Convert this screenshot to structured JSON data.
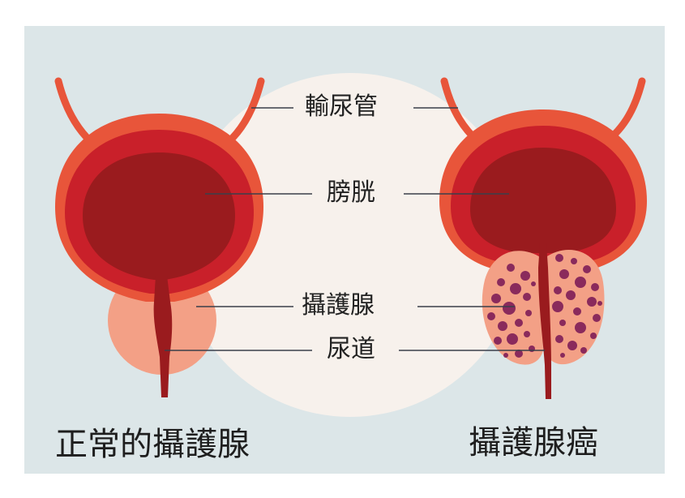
{
  "labels": {
    "ureter": "輸尿管",
    "bladder": "膀胱",
    "prostate": "攝護腺",
    "urethra": "尿道"
  },
  "titles": {
    "normal": "正常的攝護腺",
    "cancer": "攝護腺癌"
  },
  "colors": {
    "panel": "#dce6e8",
    "center_circle": "#f7f1ec",
    "bladder_wall_outer": "#e8553a",
    "bladder_wall_inner": "#c9202a",
    "bladder_cavity": "#9a1b1e",
    "prostate": "#f3a086",
    "tumor": "#8a2a5c"
  }
}
